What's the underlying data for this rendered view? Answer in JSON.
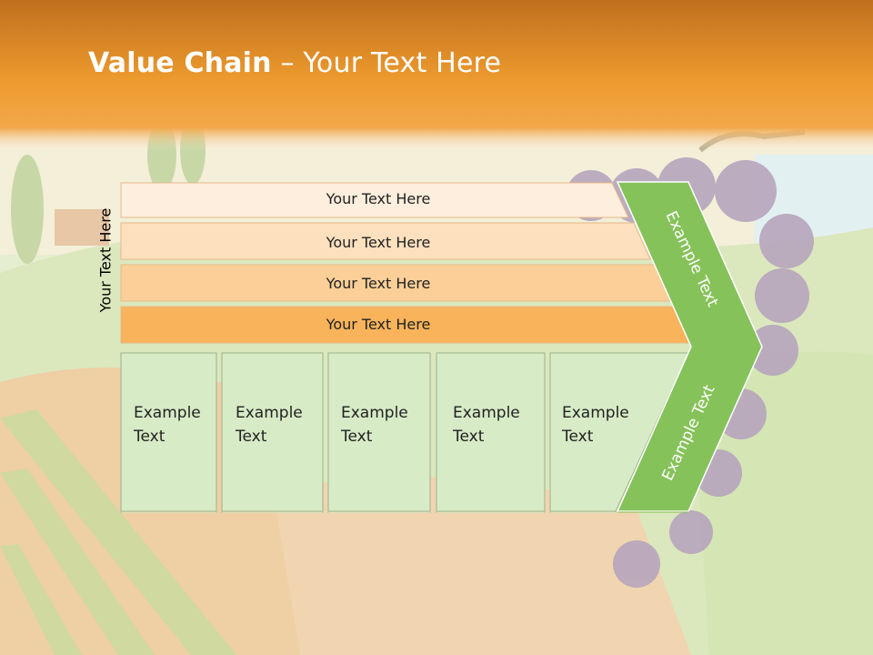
{
  "title": {
    "bold": "Value Chain",
    "rest": " – Your Text Here"
  },
  "side_label": "Your Text Here",
  "bars": [
    "Your Text Here",
    "Your Text Here",
    "Your Text Here",
    "Your Text Here"
  ],
  "boxes": [
    [
      "Example",
      "Text"
    ],
    [
      "Example",
      "Text"
    ],
    [
      "Example",
      "Text"
    ],
    [
      "Example",
      "Text"
    ],
    [
      "Example",
      "Text"
    ]
  ],
  "chevron_top": "Example Text",
  "chevron_bottom": "Example Text",
  "colors": {
    "header": "#ee9b2e",
    "bar1": "#fdeedd",
    "bar2": "#fde0be",
    "bar3": "#fbcf97",
    "bar4": "#f8b35b",
    "box": "#d7ebc6",
    "chevron": "#86c25a"
  }
}
